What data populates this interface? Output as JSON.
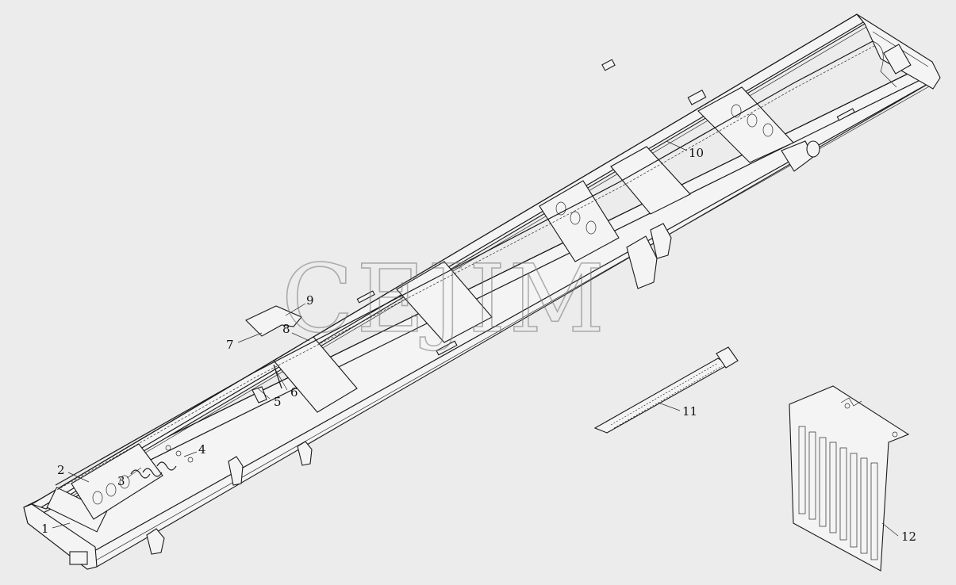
{
  "watermark": "CEJIM",
  "callouts": [
    {
      "id": "1",
      "text": "1"
    },
    {
      "id": "2",
      "text": "2"
    },
    {
      "id": "3",
      "text": "3"
    },
    {
      "id": "4",
      "text": "4"
    },
    {
      "id": "5",
      "text": "5"
    },
    {
      "id": "6",
      "text": "6"
    },
    {
      "id": "7",
      "text": "7"
    },
    {
      "id": "8",
      "text": "8"
    },
    {
      "id": "9",
      "text": "9"
    },
    {
      "id": "10",
      "text": "10"
    },
    {
      "id": "11",
      "text": "11"
    },
    {
      "id": "12",
      "text": "12"
    }
  ]
}
